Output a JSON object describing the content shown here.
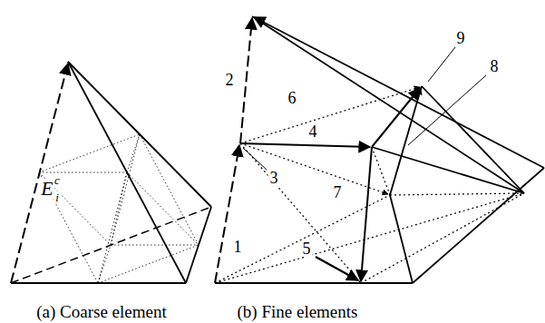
{
  "diagram": {
    "labels": [
      "E",
      "i",
      "c",
      "1",
      "2",
      "3",
      "4",
      "5",
      "6",
      "7",
      "8",
      "9",
      "(a) Coarse element",
      "(b) Fine elements"
    ]
  }
}
